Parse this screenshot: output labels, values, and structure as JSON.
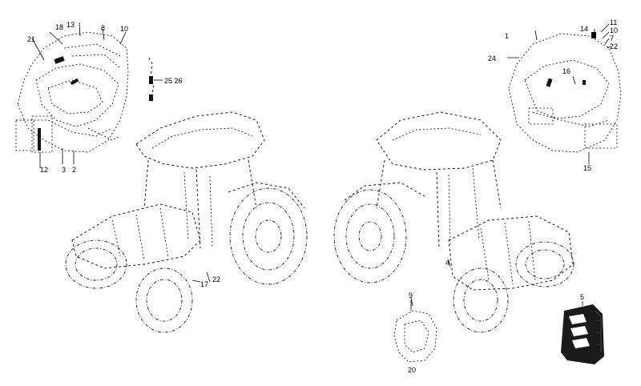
{
  "callouts": {
    "c21": "21",
    "c18": "18",
    "c13": "13",
    "c8": "8",
    "c10": "10",
    "c2526": "25 26",
    "c12": "12",
    "c3": "3",
    "c2": "2",
    "c22": "22",
    "c17": "17",
    "c1": "1",
    "c14": "14",
    "c11": "11",
    "c10r": "10",
    "c7": "7",
    "c22r": "22",
    "c24": "24",
    "c16": "16",
    "c15": "15",
    "c9": "9",
    "c4": "4",
    "c5": "5",
    "c20": "20"
  }
}
